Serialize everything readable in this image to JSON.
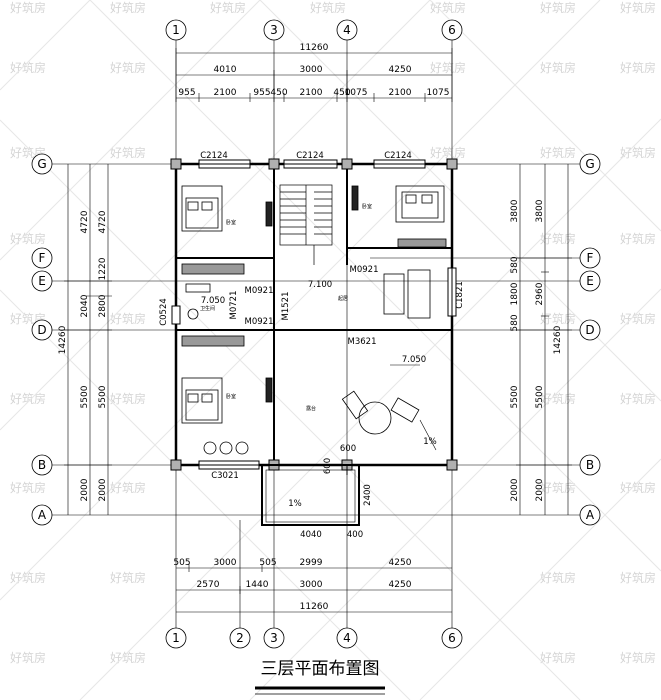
{
  "title": "三层平面布置图",
  "watermark": "好筑房",
  "grid_top": [
    "1",
    "3",
    "4",
    "6"
  ],
  "grid_bottom": [
    "1",
    "2",
    "3",
    "4",
    "6"
  ],
  "grid_rows": [
    "G",
    "F",
    "E",
    "D",
    "B",
    "A"
  ],
  "dims_top": {
    "total": "11260",
    "row1": [
      "4010",
      "3000",
      "4250"
    ],
    "row2": [
      "955",
      "2100",
      "955",
      "450",
      "2100",
      "450",
      "1075",
      "2100",
      "1075"
    ]
  },
  "dims_bottom": {
    "row1": [
      "505",
      "3000",
      "505",
      "2999",
      "4250"
    ],
    "row2": [
      "2570",
      "1440",
      "3000",
      "4250"
    ],
    "total": "11260"
  },
  "dims_left": {
    "total": "14260",
    "outer": [
      "4720",
      "2040",
      "5500",
      "2000"
    ],
    "inner": [
      "4720",
      "1220",
      "2800",
      "5500",
      "2000"
    ]
  },
  "dims_right": {
    "total": "14260",
    "outer": [
      "3800",
      "2960",
      "5500",
      "2000"
    ],
    "inner": [
      "3800",
      "580",
      "1800",
      "580",
      "5500",
      "2000"
    ]
  },
  "labels": {
    "win_top_1": "C2124",
    "win_top_2": "C2124",
    "win_top_3": "C2124",
    "win_bottom": "C3021",
    "win_left": "C0524",
    "win_right": "C1821",
    "door_1": "M0921",
    "door_2": "M0921",
    "door_3": "M0921",
    "door_4": "M1521",
    "door_5": "M0721",
    "door_6": "M3621",
    "elev_1": "7.100",
    "elev_2": "7.050",
    "elev_3": "7.050",
    "slope_1": "1%",
    "slope_2": "1%",
    "dim_600a": "600",
    "dim_600b": "600",
    "dim_2400": "2400",
    "dim_4040": "4040",
    "dim_400": "400"
  },
  "rooms": {
    "room_a": "卧室",
    "room_b": "卧室",
    "room_c": "卧室",
    "bath": "卫生间",
    "living": "起居",
    "terrace": "露台"
  }
}
